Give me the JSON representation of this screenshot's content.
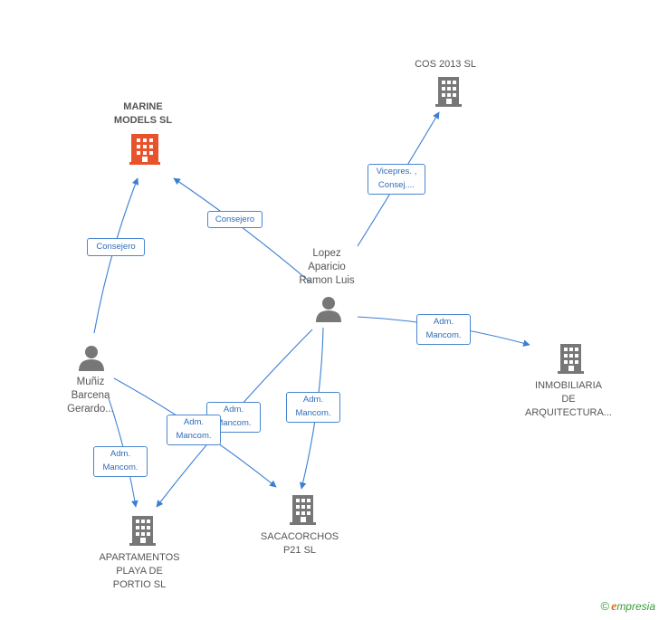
{
  "nodes": {
    "marine": {
      "label": "MARINE\nMODELS SL",
      "color": "#e8532b"
    },
    "cos2013": {
      "label": "COS 2013  SL",
      "color": "#777777"
    },
    "inmobiliaria": {
      "label": "INMOBILIARIA\nDE\nARQUITECTURA...",
      "color": "#777777"
    },
    "sacacorchos": {
      "label": "SACACORCHOS\nP21 SL",
      "color": "#777777"
    },
    "apartamentos": {
      "label": "APARTAMENTOS\nPLAYA DE\nPORTIO SL",
      "color": "#777777"
    },
    "lopez": {
      "label": "Lopez\nAparicio\nRamon Luis",
      "color": "#777777"
    },
    "muniz": {
      "label": "Muñiz\nBarcena\nGerardo...",
      "color": "#777777"
    }
  },
  "edges": {
    "lopez_marine": "Consejero",
    "muniz_marine": "Consejero",
    "lopez_cos": "Vicepres. ,\nConsej....",
    "lopez_inmob": "Adm.\nMancom.",
    "lopez_saca": "Adm.\nMancom.",
    "lopez_apart": "Adm.\nMancom.",
    "muniz_saca": "Adm.\nMancom.",
    "muniz_apart": "Adm.\nMancom."
  },
  "footer": {
    "copyright": "©",
    "brand_initial": "e",
    "brand_rest": "mpresia"
  },
  "colors": {
    "edge": "#3b7fd4",
    "company_focus": "#e8532b",
    "company": "#777777"
  }
}
